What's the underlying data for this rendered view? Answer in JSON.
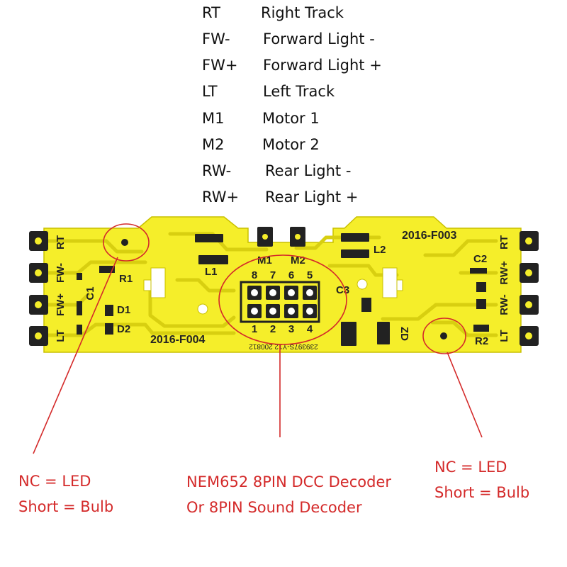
{
  "legend": [
    {
      "abbr": "RT",
      "desc": "Right Track"
    },
    {
      "abbr": "FW-",
      "desc": "Forward Light -"
    },
    {
      "abbr": "FW+",
      "desc": "Forward Light +"
    },
    {
      "abbr": "LT",
      "desc": "Left Track"
    },
    {
      "abbr": "M1",
      "desc": "Motor 1"
    },
    {
      "abbr": "M2",
      "desc": "Motor 2"
    },
    {
      "abbr": "RW-",
      "desc": "Rear Light  -"
    },
    {
      "abbr": "RW+",
      "desc": "Rear Light +"
    }
  ],
  "board": {
    "color": "#f5ee2a",
    "left_pads": [
      "RT",
      "FW-",
      "FW+",
      "LT"
    ],
    "right_pads": [
      "RT",
      "RW+",
      "RW-",
      "LT"
    ],
    "silkscreen": {
      "code_top": "2016-F003",
      "code_bottom": "2016-F004",
      "small_code": "239397S-Y12 200812",
      "m1": "M1",
      "m2": "M2",
      "l1": "L1",
      "l2": "L2",
      "r1": "R1",
      "r2": "R2",
      "c1": "C1",
      "c2": "C2",
      "c3": "C3",
      "d1": "D1",
      "d2": "D2",
      "zd": "ZD"
    },
    "pins_top": [
      "8",
      "7",
      "6",
      "5"
    ],
    "pins_bottom": [
      "1",
      "2",
      "3",
      "4"
    ]
  },
  "annotations": {
    "color": "#d42a2a",
    "left_note": [
      "NC = LED",
      "Short = Bulb"
    ],
    "center_note": [
      "NEM652 8PIN DCC Decoder",
      "Or 8PIN Sound Decoder"
    ],
    "right_note": [
      "NC = LED",
      "Short = Bulb"
    ]
  }
}
